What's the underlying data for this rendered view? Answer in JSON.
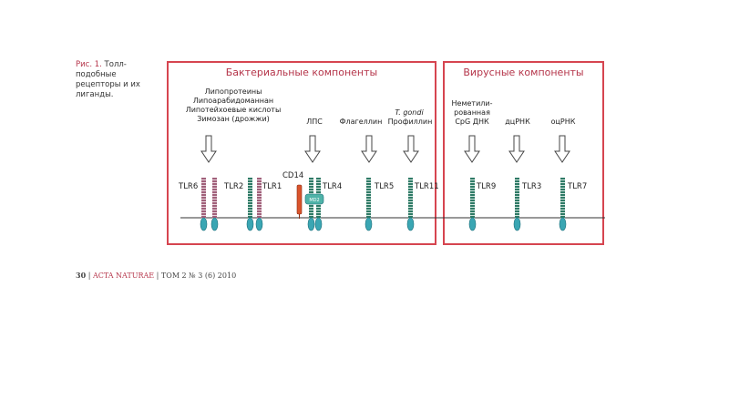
{
  "caption": {
    "label": "Рис. 1.",
    "text": "Толл-подобные рецепторы и их лиганды."
  },
  "bacterial": {
    "title": "Бактериальные компоненты",
    "ligands_tlr2": [
      "Липопротеины",
      "Липоарабидоманнан",
      "Липотейхоевые кислоты",
      "Зимозан (дрожжи)"
    ],
    "ligand_tlr4": "ЛПС",
    "ligand_tlr5": "Флагеллин",
    "ligand_tlr11_organism": "T. gondi",
    "ligand_tlr11": "Профиллин",
    "cd14": "CD14",
    "md2": "MD2",
    "receptors": [
      "TLR6",
      "TLR2",
      "TLR1",
      "TLR4",
      "TLR5",
      "TLR11"
    ]
  },
  "viral": {
    "title": "Вирусные компоненты",
    "ligand_tlr9": [
      "Неметили-",
      "рованная",
      "CpG ДНК"
    ],
    "ligand_tlr3": "дцРНК",
    "ligand_tlr7": "оцРНК",
    "receptors": [
      "TLR9",
      "TLR3",
      "TLR7"
    ]
  },
  "colors": {
    "frame": "#d64550",
    "accent_text": "#b5354a",
    "receptor_pink": "#a0607a",
    "receptor_green": "#2f7a66",
    "receptor_cap": "#3aa6b3",
    "cd14": "#d9542c",
    "md2": "#4fb3a8"
  },
  "footer": {
    "page": "30",
    "journal": "ACTA NATURAE",
    "volume": "ТОМ 2  № 3 (6)  2010"
  }
}
